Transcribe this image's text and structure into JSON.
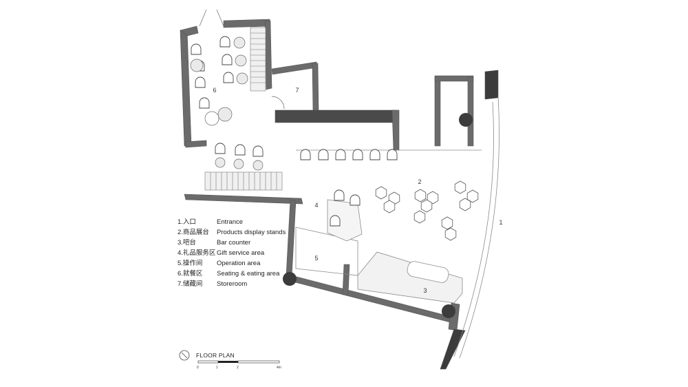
{
  "legend": {
    "items": [
      {
        "cn": "1.入口",
        "en": "Entrance"
      },
      {
        "cn": "2.商品展台",
        "en": "Products display stands"
      },
      {
        "cn": "3.吧台",
        "en": "Bar counter"
      },
      {
        "cn": "4.礼品服务区",
        "en": "Gift service area"
      },
      {
        "cn": "5.操作间",
        "en": "Operation area"
      },
      {
        "cn": "6.就餐区",
        "en": "Seating & eating area"
      },
      {
        "cn": "7.储藏间",
        "en": "Storeroom"
      }
    ]
  },
  "plan_title": "FLOOR PLAN",
  "scale": {
    "labels": [
      "0",
      "1",
      "2",
      "4m"
    ]
  },
  "rooms": {
    "r1": "1",
    "r2": "2",
    "r3": "3",
    "r4": "4",
    "r5": "5",
    "r6": "6",
    "r7": "7"
  },
  "colors": {
    "wall": "#6b6b6b",
    "wall_dark": "#3c3c3c",
    "floor_line": "#8a8a8a",
    "furniture": "#ffffff",
    "fill_light": "#e9e9e9"
  }
}
